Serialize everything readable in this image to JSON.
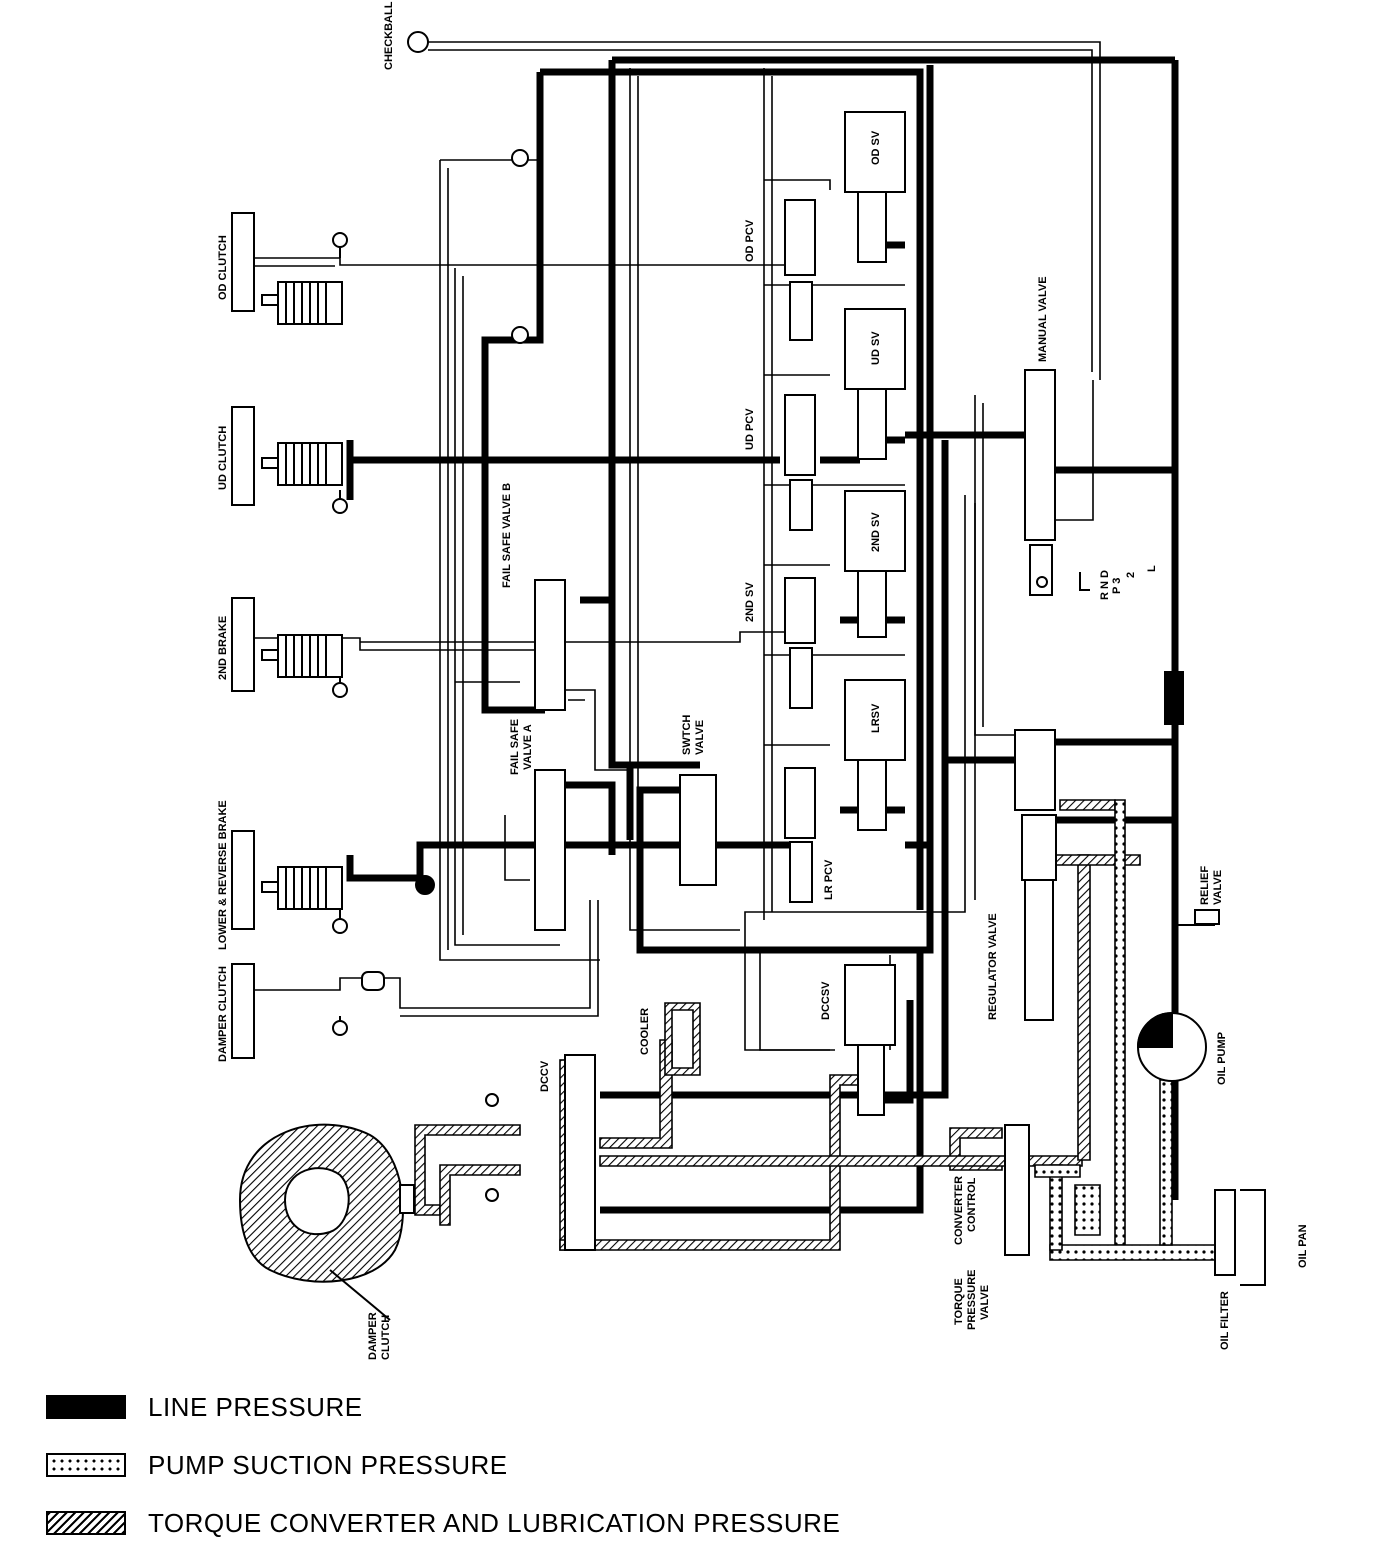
{
  "labels": {
    "checkball": "CHECKBALL",
    "od_clutch": "OD CLUTCH",
    "ud_clutch": "UD CLUTCH",
    "second_brake": "2ND BRAKE",
    "lower_reverse_brake": "LOWER & REVERSE BRAKE",
    "damper_clutch_left": "DAMPER CLUTCH",
    "fail_safe_b": "FAIL SAFE VALVE B",
    "fail_safe_a_1": "FAIL SAFE",
    "fail_safe_a_2": "VALVE A",
    "switch_valve_1": "SWTCH",
    "switch_valve_2": "VALVE",
    "od_sv": "OD SV",
    "ud_sv": "UD SV",
    "second_sv_box": "2ND SV",
    "lrsv": "LRSV",
    "od_pcv": "OD PCV",
    "ud_pcv": "UD PCV",
    "second_sv": "2ND SV",
    "lr_pcv": "LR PCV",
    "manual_valve": "MANUAL VALVE",
    "gear_1": "R  N D",
    "gear_2": "P  3",
    "gear_3": "2",
    "gear_4": "L",
    "regulator_valve": "REGULATOR VALVE",
    "relief_valve_1": "RELIEF",
    "relief_valve_2": "VALVE",
    "oil_pump": "OIL PUMP",
    "oil_filter": "OIL FILTER",
    "oil_pan": "OIL PAN",
    "dccsv": "DCCSV",
    "dccv": "DCCV",
    "cooler": "COOLER",
    "converter_control_1": "CONVERTER",
    "converter_control_2": "CONTROL",
    "torque_pressure_1": "TORQUE",
    "torque_pressure_2": "PRESSURE",
    "torque_pressure_3": "VALVE",
    "damper_clutch_1": "DAMPER",
    "damper_clutch_2": "CLUTCH"
  },
  "legend": [
    {
      "pattern": "solid",
      "label": "LINE PRESSURE"
    },
    {
      "pattern": "dots",
      "label": "PUMP SUCTION PRESSURE"
    },
    {
      "pattern": "hatch",
      "label": "TORQUE CONVERTER AND LUBRICATION PRESSURE"
    }
  ]
}
